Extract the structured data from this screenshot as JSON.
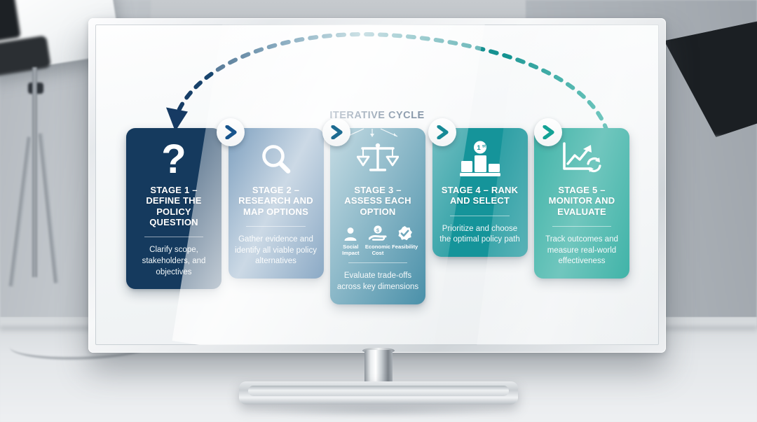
{
  "scene": {
    "device": "flat-screen-tv-on-stand",
    "setting": "photo-studio-with-softbox-lights"
  },
  "diagram": {
    "cycle_label": "ITERATIVE CYCLE",
    "arc_arrow_direction": "right-to-left",
    "chevron_count": 4,
    "stages": [
      {
        "icon": "question-mark-icon",
        "title": "STAGE 1 – DEFINE THE POLICY QUESTION",
        "desc": "Clarify scope, stakeholders, and objectives",
        "color": "#153a5e"
      },
      {
        "icon": "magnifying-glass-icon",
        "title": "STAGE 2 – RESEARCH AND MAP OPTIONS",
        "desc": "Gather evidence and identify all viable policy alternatives",
        "color": "#17548c"
      },
      {
        "icon": "balance-scale-icon",
        "title": "STAGE 3 – ASSESS EACH OPTION",
        "desc": "Evaluate trade-offs across key dimensions",
        "color": "#2e7f9c",
        "submetrics": [
          {
            "icon": "person-icon",
            "label": "Social Impact"
          },
          {
            "icon": "hand-coin-icon",
            "label": "Economic Cost"
          },
          {
            "icon": "check-badge-icon",
            "label": "Feasibility"
          }
        ]
      },
      {
        "icon": "podium-first-place-icon",
        "title": "STAGE 4 – RANK AND SELECT",
        "desc": "Prioritize and choose the optimal policy path",
        "color": "#15949a",
        "badge": "1st"
      },
      {
        "icon": "growth-chart-refresh-icon",
        "title": "STAGE 5 – MONITOR AND EVALUATE",
        "desc": "Track outcomes and measure real-world effectiveness",
        "color": "#12a193"
      }
    ]
  }
}
